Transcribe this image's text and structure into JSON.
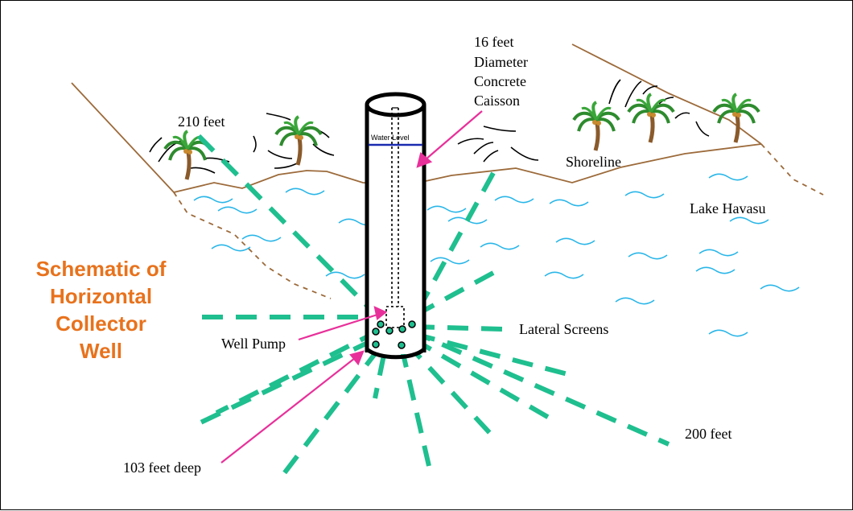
{
  "title_lines": [
    "Schematic of",
    "Horizontal",
    "Collector",
    "Well"
  ],
  "labels": {
    "caisson": [
      "16 feet",
      "Diameter",
      "Concrete",
      "Caisson"
    ],
    "water_level": "Water Level",
    "shoreline": "Shoreline",
    "lake": "Lake Havasu",
    "lateral_screens": "Lateral Screens",
    "well_pump": "Well Pump",
    "depth": "103 feet deep",
    "length_210": "210 feet",
    "length_200": "200 feet"
  },
  "colors": {
    "title": "#e8721c",
    "laterals": "#1fbf8f",
    "water": "#29b6e8",
    "ground": "#9c6a3a",
    "arrows": "#e8309a",
    "water_level": "#1a2bb0"
  },
  "icons": [
    "palm-tree-icon"
  ]
}
